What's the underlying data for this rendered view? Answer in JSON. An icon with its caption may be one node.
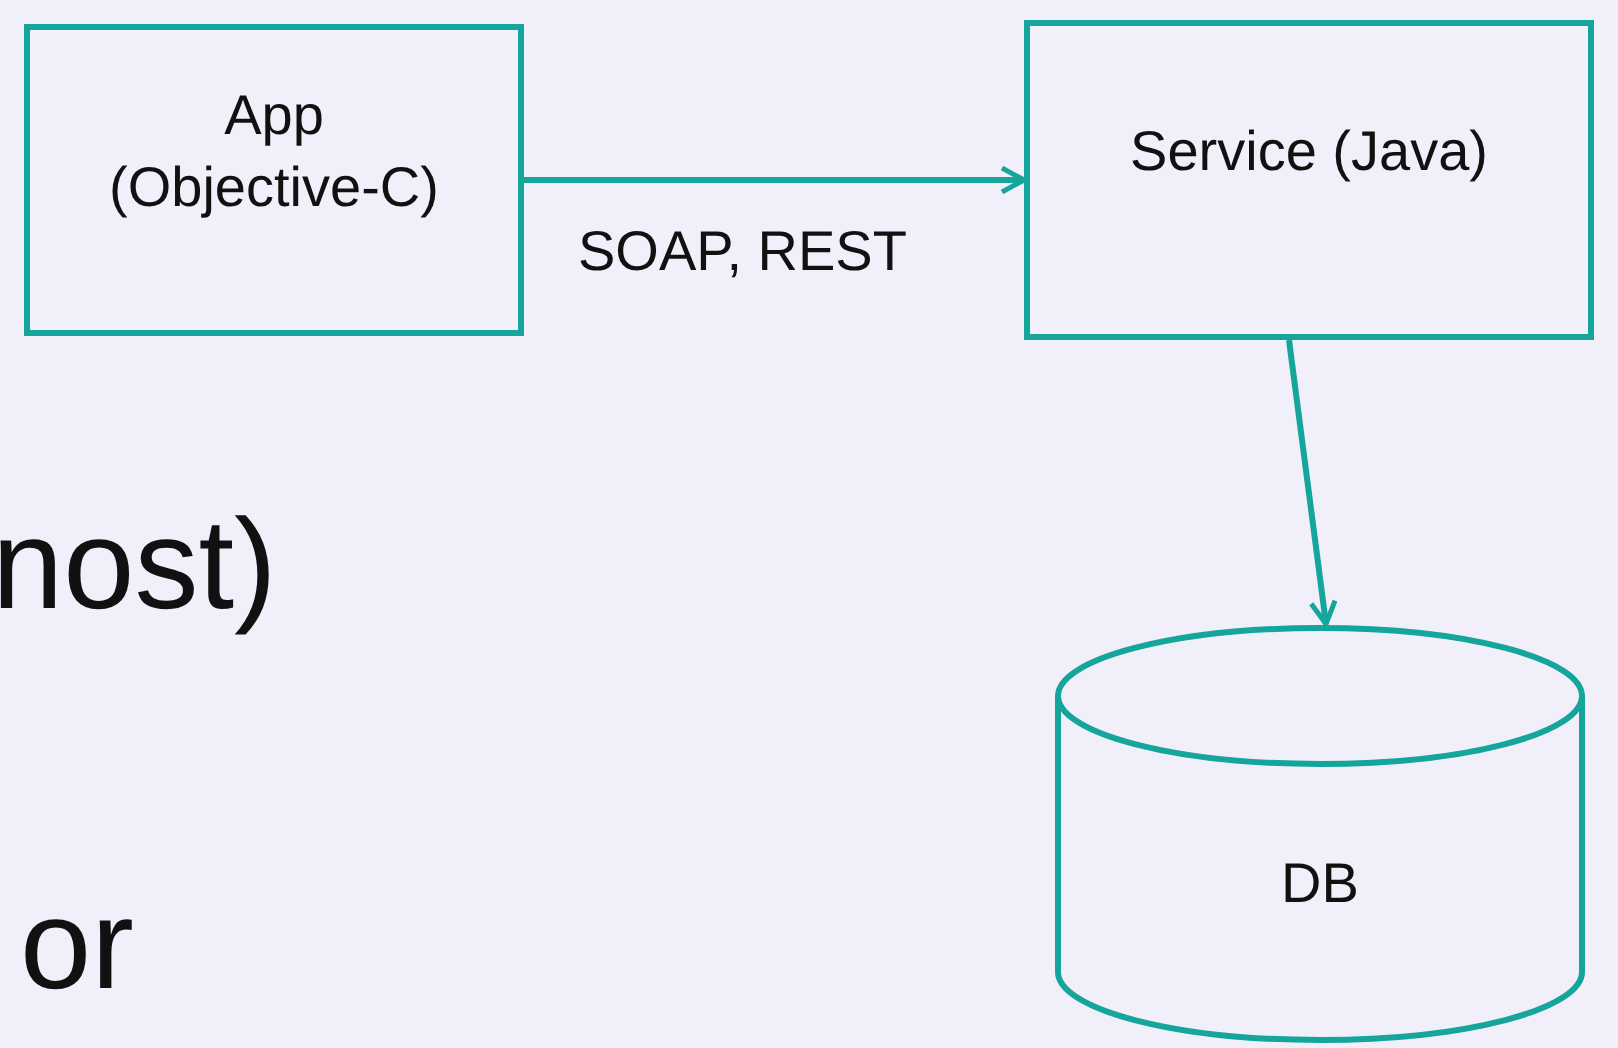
{
  "diagram": {
    "nodes": [
      {
        "text": [
          "App (Objective-C)"
        ]
      },
      {
        "text": [
          "Service (Java)"
        ]
      },
      {
        "text": [
          "DB"
        ]
      }
    ],
    "edges": [
      {
        "from": 0,
        "to": 1,
        "arrow": "to",
        "label": "SOAP, REST"
      },
      {
        "from": 1,
        "to": 2,
        "arrow": "to"
      }
    ],
    "labels": [
      "nost)",
      "or"
    ]
  }
}
